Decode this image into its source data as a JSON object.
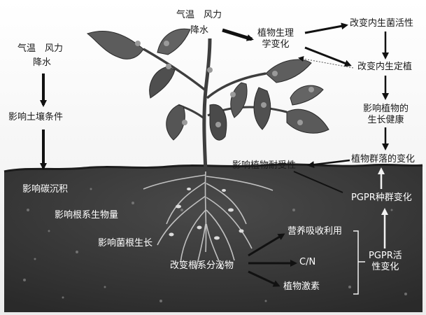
{
  "labels": {
    "climate_left": "气温　风力",
    "precip_left": "降水",
    "climate_top": "气温　风力",
    "precip_top": "降水",
    "plant_physio": "植物生理\n学变化",
    "change_endo_activity": "改变内生菌活性",
    "change_endo_colonization": "改变内生定植",
    "plant_growth_health": "影响植物的\n生长健康",
    "community_change": "植物群落的变化",
    "plant_tolerance": "影响植物耐受性",
    "soil_conditions": "影响土壤条件",
    "carbon_sink": "影响碳沉积",
    "root_biomass": "影响根系生物量",
    "mycorrhiza": "影响菌根生长",
    "nutrient_uptake": "营养吸收利用",
    "cn": "C/N",
    "root_exudates": "改变根系分泌物",
    "phytohormone": "植物激素",
    "pgpr_pop": "PGPR种群变化",
    "pgpr_activity": "PGPR活\n性变化"
  }
}
